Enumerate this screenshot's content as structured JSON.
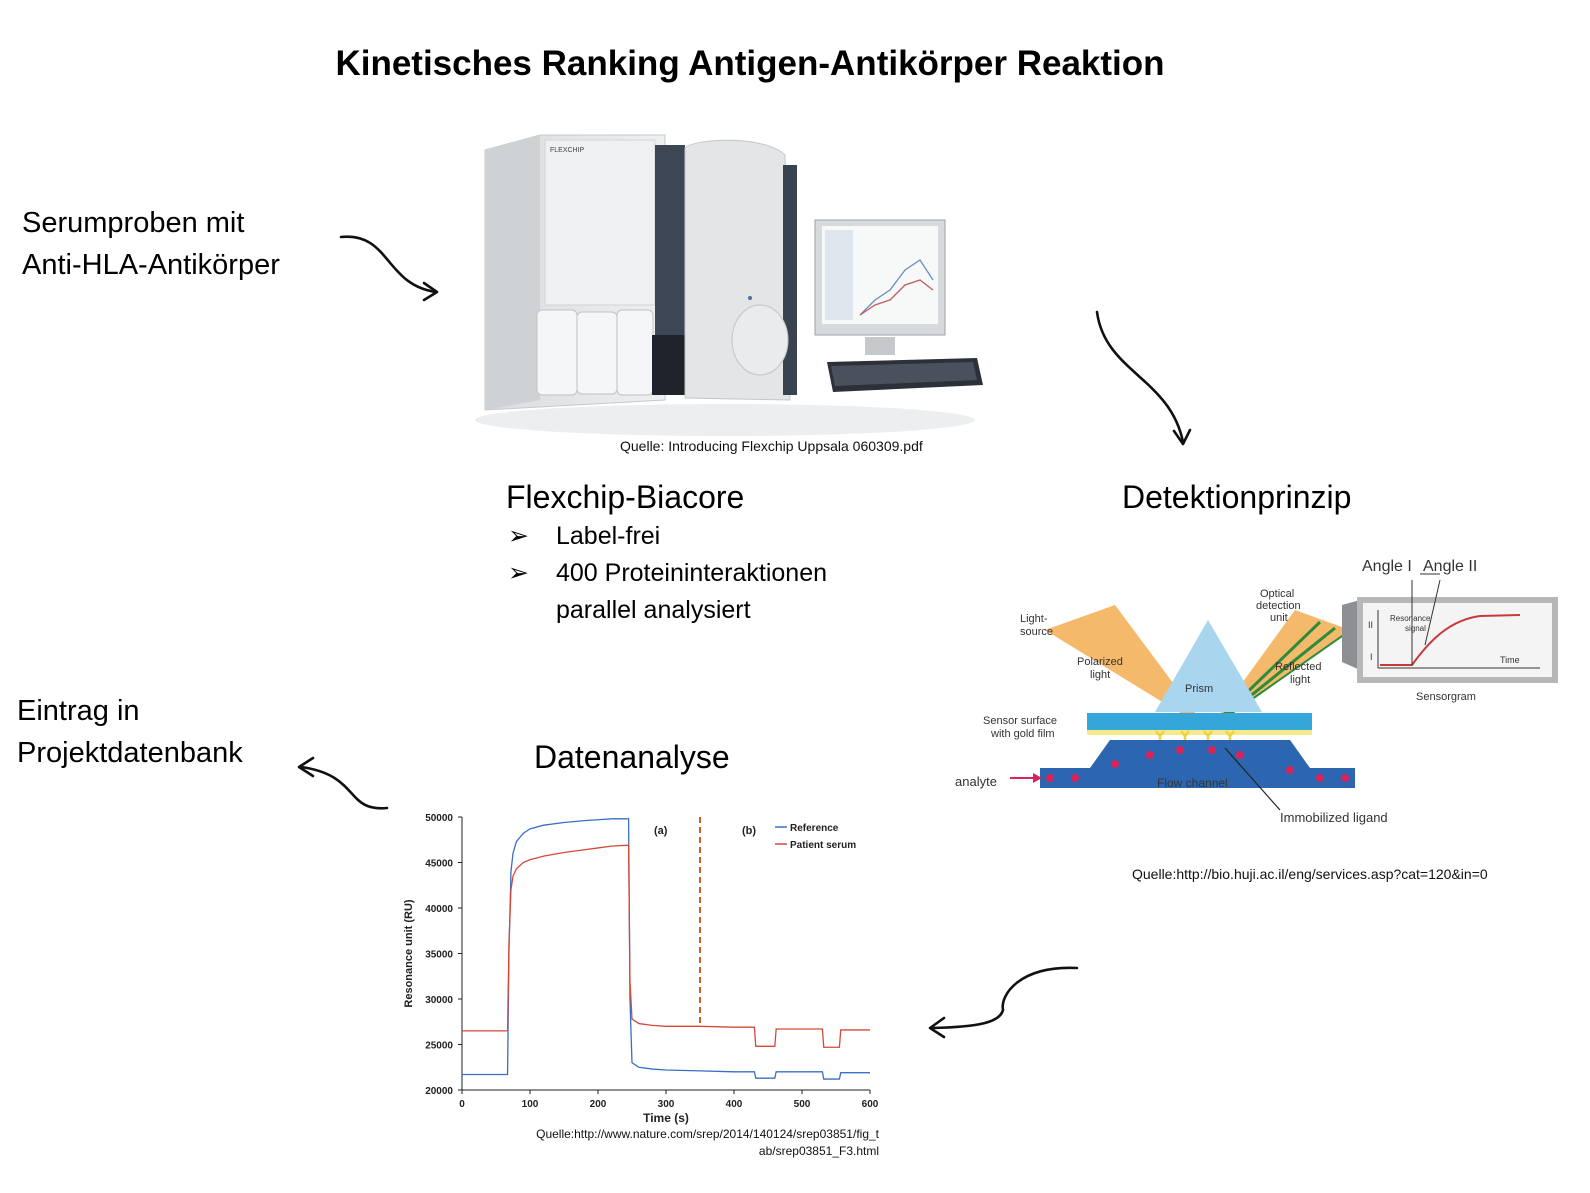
{
  "title": "Kinetisches Ranking Antigen-Antikörper Reaktion",
  "input_label": [
    "Serumproben mit",
    "Anti-HLA-Antikörper"
  ],
  "output_label": [
    "Eintrag in",
    "Projektdatenbank"
  ],
  "flexchip": {
    "heading": "Flexchip-Biacore",
    "bullet_marker": "➢",
    "bullets": [
      [
        "Label-frei"
      ],
      [
        "400 Proteininteraktionen",
        "parallel analysiert"
      ]
    ],
    "source": "Quelle: Introducing Flexchip Uppsala 060309.pdf",
    "device_brand": "FLEXCHIP"
  },
  "detection": {
    "heading": "Detektionprinzip",
    "source": "Quelle:http://bio.huji.ac.il/eng/services.asp?cat=120&in=0",
    "labels": {
      "light_source": [
        "Light-",
        "source"
      ],
      "polarized": [
        "Polarized",
        "light"
      ],
      "prism": "Prism",
      "optical": [
        "Optical",
        "detection",
        "unit"
      ],
      "reflected": [
        "Reflected",
        "light"
      ],
      "sensor": [
        "Sensor surface",
        "with gold film"
      ],
      "analyte": "analyte",
      "flow": "Flow channel",
      "ligand": "Immobilized ligand",
      "angle1": "Angle I",
      "angle2": "Angle II",
      "resonance": [
        "Resonance",
        "signal"
      ],
      "time": "Time",
      "sensorgram": "Sensorgram",
      "i": "I",
      "ii": "II"
    },
    "colors": {
      "beam": "#f0a83a",
      "prism": "#a9d5ef",
      "channel": "#2d66b0",
      "particles": "#d8245a"
    }
  },
  "analysis": {
    "heading": "Datenanalyse",
    "source": [
      "Quelle:http://www.nature.com/srep/2014/140124/srep03851/fig_t",
      "ab/srep03851_F3.html"
    ]
  },
  "chart_data": {
    "type": "line",
    "xlabel": "Time (s)",
    "ylabel": "Resonance unit (RU)",
    "xlim": [
      0,
      600
    ],
    "ylim": [
      20000,
      50000
    ],
    "xticks": [
      0,
      100,
      200,
      300,
      400,
      500,
      600
    ],
    "yticks": [
      20000,
      25000,
      30000,
      35000,
      40000,
      45000,
      50000
    ],
    "annotations": [
      "(a)",
      "(b)"
    ],
    "divider_x": 350,
    "legend_position": "top-right",
    "series": [
      {
        "name": "Reference",
        "color": "#3a6fc4",
        "x": [
          0,
          67,
          69,
          72,
          75,
          80,
          90,
          100,
          120,
          150,
          180,
          200,
          220,
          245,
          247,
          250,
          260,
          280,
          300,
          350,
          400,
          430,
          432,
          460,
          462,
          530,
          532,
          555,
          557,
          600
        ],
        "y": [
          21700,
          21700,
          35000,
          44000,
          46000,
          47300,
          48200,
          48700,
          49100,
          49400,
          49600,
          49700,
          49800,
          49800,
          30000,
          23000,
          22500,
          22300,
          22200,
          22100,
          22000,
          22000,
          21300,
          21300,
          22000,
          22000,
          21200,
          21200,
          21900,
          21900
        ]
      },
      {
        "name": "Patient serum",
        "color": "#d34a3a",
        "x": [
          0,
          67,
          69,
          72,
          75,
          80,
          90,
          100,
          120,
          150,
          180,
          200,
          220,
          245,
          247,
          250,
          260,
          280,
          300,
          350,
          400,
          430,
          432,
          460,
          462,
          530,
          532,
          555,
          557,
          600
        ],
        "y": [
          26500,
          26500,
          36000,
          42000,
          43500,
          44300,
          45000,
          45300,
          45700,
          46100,
          46400,
          46600,
          46800,
          46900,
          32000,
          27800,
          27300,
          27100,
          27000,
          27000,
          26900,
          26900,
          24800,
          24800,
          26700,
          26700,
          24700,
          24700,
          26600,
          26600
        ]
      }
    ]
  }
}
